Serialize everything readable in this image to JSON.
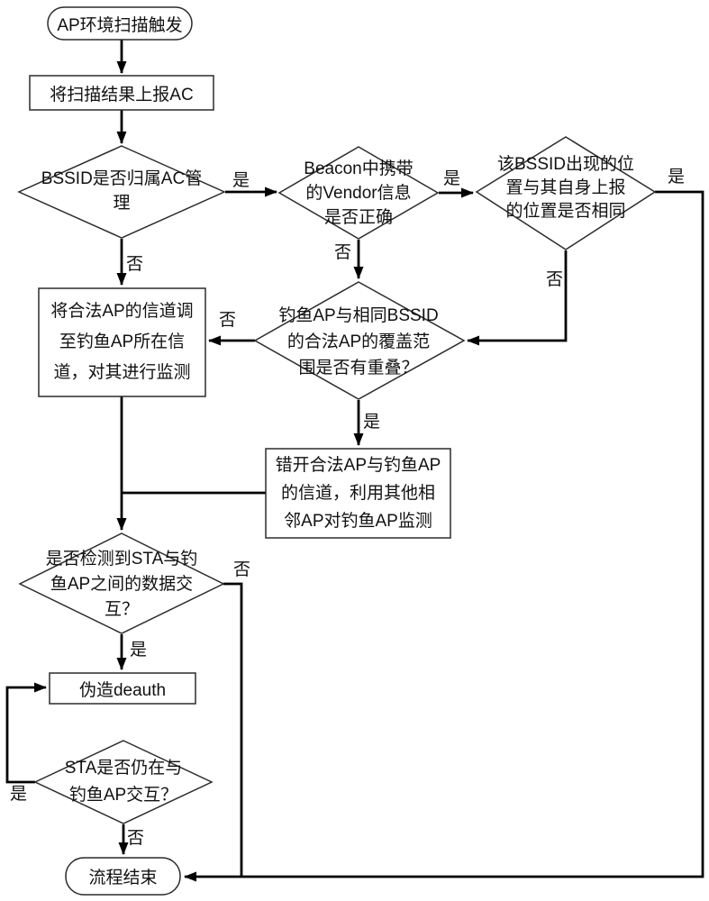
{
  "colors": {
    "ink": "#111111",
    "line": "#000000",
    "background": "#ffffff"
  },
  "flowchart": {
    "nodes": [
      {
        "id": "start",
        "type": "terminal",
        "label": "AP环境扫描触发"
      },
      {
        "id": "report-to-ac",
        "type": "process",
        "label": "将扫描结果上报AC"
      },
      {
        "id": "check-bssid",
        "type": "decision",
        "label": "BSSID是否归属AC管\n理"
      },
      {
        "id": "check-vendor",
        "type": "decision",
        "label": "Beacon中携带\n的Vendor信息\n是否正确"
      },
      {
        "id": "check-location",
        "type": "decision",
        "label": "该BSSID出现的位\n置与其自身上报\n的位置是否相同"
      },
      {
        "id": "adjust-channel",
        "type": "process",
        "label": "将合法AP的信道调\n至钓鱼AP所在信\n道，对其进行监测"
      },
      {
        "id": "check-overlap",
        "type": "decision",
        "label": "钓鱼AP与相同BSSID\n的合法AP的覆盖范\n围是否有重叠？"
      },
      {
        "id": "stagger-channel",
        "type": "process",
        "label": "错开合法AP与钓鱼AP\n的信道，利用其他相\n邻AP对钓鱼AP监测"
      },
      {
        "id": "check-sta-data",
        "type": "decision",
        "label": "是否检测到STA与钓\n鱼AP之间的数据交\n互？"
      },
      {
        "id": "forge-deauth",
        "type": "process",
        "label": "伪造deauth"
      },
      {
        "id": "check-still",
        "type": "decision",
        "label": "STA是否仍在与\n钓鱼AP交互？"
      },
      {
        "id": "end",
        "type": "terminal",
        "label": "流程结束"
      }
    ],
    "edges": [
      {
        "from": "check-bssid",
        "to": "check-vendor",
        "label": "是"
      },
      {
        "from": "check-vendor",
        "to": "check-location",
        "label": "是"
      },
      {
        "from": "check-location",
        "to": "end",
        "label": "是"
      },
      {
        "from": "check-bssid",
        "to": "adjust-channel",
        "label": "否"
      },
      {
        "from": "check-vendor",
        "to": "check-overlap",
        "label": "否"
      },
      {
        "from": "check-location",
        "to": "check-overlap",
        "label": "否"
      },
      {
        "from": "check-overlap",
        "to": "adjust-channel",
        "label": "否"
      },
      {
        "from": "check-overlap",
        "to": "stagger-channel",
        "label": "是"
      },
      {
        "from": "check-sta-data",
        "to": "forge-deauth",
        "label": "是"
      },
      {
        "from": "check-sta-data",
        "to": "end",
        "label": "否"
      },
      {
        "from": "check-still",
        "to": "forge-deauth",
        "label": "是"
      },
      {
        "from": "check-still",
        "to": "end",
        "label": "否"
      },
      {
        "from": "start",
        "to": "report-to-ac",
        "label": ""
      },
      {
        "from": "report-to-ac",
        "to": "check-bssid",
        "label": ""
      },
      {
        "from": "adjust-channel",
        "to": "check-sta-data",
        "label": ""
      },
      {
        "from": "stagger-channel",
        "to": "check-sta-data",
        "label": ""
      },
      {
        "from": "forge-deauth",
        "to": "check-still",
        "label": ""
      }
    ]
  }
}
